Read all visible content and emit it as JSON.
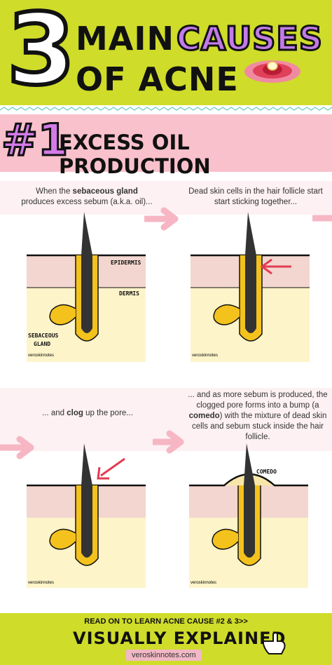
{
  "header": {
    "number": "3",
    "title_line1": "MAIN",
    "title_highlight": "CAUSES",
    "title_line2": "OF ACNE"
  },
  "cause": {
    "number": "#1",
    "title": "EXCESS OIL PRODUCTION"
  },
  "panels": [
    {
      "caption_pre": "When the ",
      "caption_bold": "sebaceous gland",
      "caption_post": " produces excess sebum (a.k.a. oil)...",
      "labels": [
        "EPIDERMIS",
        "DERMIS",
        "SEBACEOUS",
        "GLAND"
      ],
      "watermark": "veroskinnotes"
    },
    {
      "caption": "Dead skin cells in the hair follicle start start sticking together...",
      "watermark": "veroskinnotes"
    },
    {
      "caption_pre": "... and ",
      "caption_bold": "clog",
      "caption_post": " up the pore...",
      "watermark": "veroskinnotes"
    },
    {
      "caption_pre": "... and as more sebum is produced, the clogged pore forms into a bump (a ",
      "caption_bold": "comedo",
      "caption_post": ") with the mixture of dead skin cells and sebum stuck inside the hair follicle.",
      "labels": [
        "COMEDO"
      ],
      "watermark": "veroskinnotes"
    }
  ],
  "footer": {
    "cta": "READ ON TO LEARN ACNE CAUSE #2 & 3>>",
    "tagline": "VISUALLY EXPLAINED",
    "url": "veroskinnotes.com"
  },
  "colors": {
    "lime": "#cfdc2a",
    "pink": "#f9c1cc",
    "purple": "#c27be8",
    "sebum": "#f4c21c",
    "dermis": "#fdf4c9",
    "epidermis": "#f3d6cf"
  }
}
